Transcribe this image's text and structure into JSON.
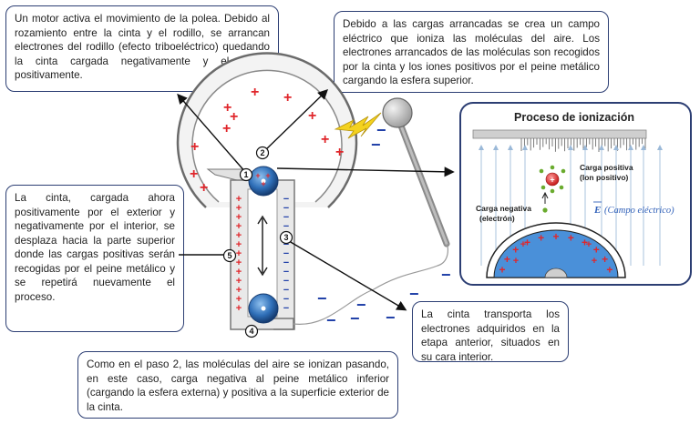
{
  "notes": {
    "n1": "Un motor activa el movimiento de la polea. Debido al rozamiento entre la cinta y el rodillo, se arrancan electrones del rodillo (efecto triboeléctrico) quedando la cinta cargada negativamente y el rodillo positivamente.",
    "n2": "Debido a las cargas arrancadas se crea un campo eléctrico que ioniza las moléculas del aire. Los electrones arrancados de las moléculas son recogidos por la cinta y los iones positivos por el peine metálico cargando la esfera superior.",
    "n3": "La cinta transporta los electrones adquiridos en la etapa anterior, situados en su cara interior.",
    "n4": "Como en el paso 2, las moléculas del aire se ionizan pasando, en este caso, carga negativa al peine metálico inferior (cargando la esfera externa) y positiva a la superficie exterior de la cinta.",
    "n5": "La cinta, cargada ahora positivamente por el exterior y negativamente por el interior, se desplaza hacia la parte superior donde las cargas positivas serán recogidas por el peine metálico y se repetirá nuevamente el proceso."
  },
  "steps": [
    "1",
    "2",
    "3",
    "4",
    "5"
  ],
  "inset": {
    "title": "Proceso de ionización",
    "positive_label_1": "Carga positiva",
    "positive_label_2": "(Ion positivo)",
    "negative_label_1": "Carga negativa",
    "negative_label_2": "(electrón)",
    "field_label": "(Campo eléctrico)",
    "field_symbol": "E"
  },
  "symbols": {
    "plus": "+",
    "minus": "−"
  },
  "colors": {
    "box_border": "#2c3e73",
    "plus": "#e0262b",
    "minus": "#1f3fa8",
    "roller": "#2f6fb8",
    "dome": "#4a90d9"
  }
}
